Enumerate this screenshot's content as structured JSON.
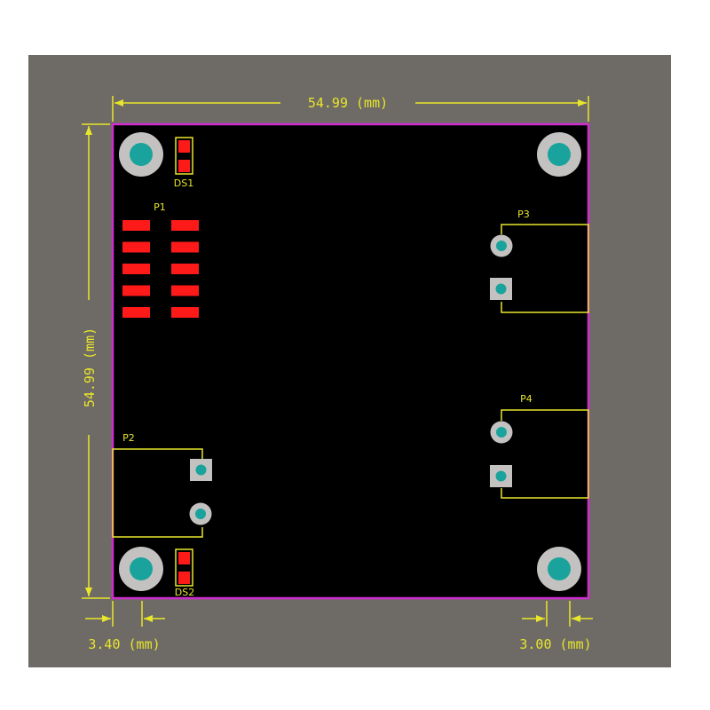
{
  "colors": {
    "page": "#ffffff",
    "background": "#6e6a66",
    "board": "#000000",
    "outline": "#d02cd0",
    "dimension": "#e8e62a",
    "silkscreen": "#e8e62a",
    "pad_red": "#ff1a1a",
    "pad_teal": "#1aa39c",
    "pad_gray": "#c4c2c0"
  },
  "dimensions": {
    "width_label": "54.99 (mm)",
    "height_label": "54.99 (mm)",
    "left_offset_label": "3.40 (mm)",
    "right_offset_label": "3.00 (mm)"
  },
  "components": {
    "ds1": "DS1",
    "ds2": "DS2",
    "p1": "P1",
    "p2": "P2",
    "p3": "P3",
    "p4": "P4"
  }
}
